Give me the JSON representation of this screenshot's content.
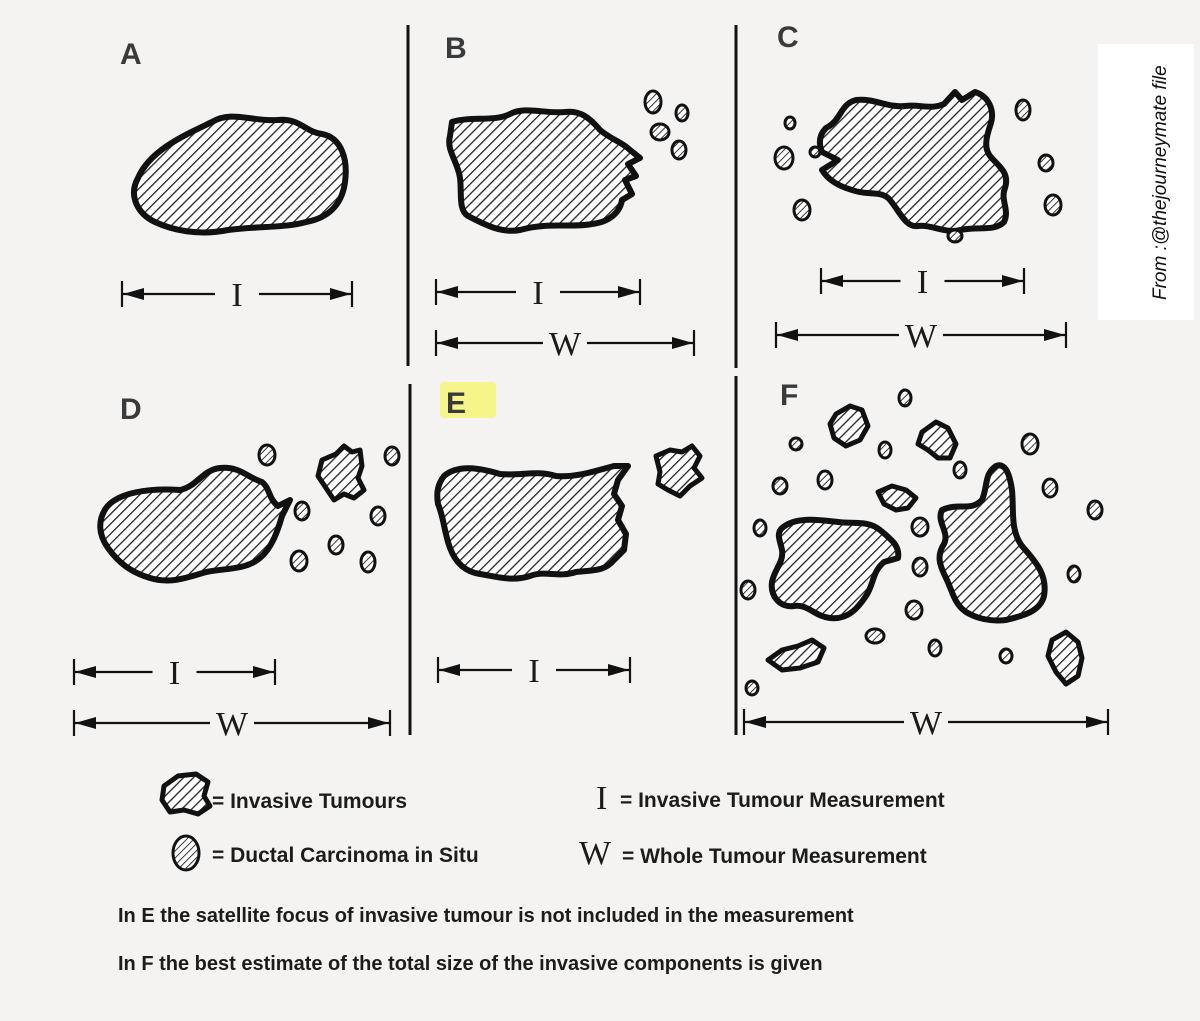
{
  "panels": [
    {
      "id": "A",
      "label": "A",
      "highlight": false,
      "measures": [
        "I"
      ]
    },
    {
      "id": "B",
      "label": "B",
      "highlight": false,
      "measures": [
        "I",
        "W"
      ]
    },
    {
      "id": "C",
      "label": "C",
      "highlight": false,
      "measures": [
        "I",
        "W"
      ]
    },
    {
      "id": "D",
      "label": "D",
      "highlight": false,
      "measures": [
        "I",
        "W"
      ]
    },
    {
      "id": "E",
      "label": "E",
      "highlight": true,
      "measures": [
        "I"
      ]
    },
    {
      "id": "F",
      "label": "F",
      "highlight": false,
      "measures": [
        "W"
      ]
    }
  ],
  "legend": {
    "invasive_symbol_text": "= Invasive Tumours",
    "dcis_symbol_text": "= Ductal Carcinoma in Situ",
    "i_symbol": "I",
    "i_text": "= Invasive Tumour Measurement",
    "w_symbol": "W",
    "w_text": "= Whole Tumour Measurement"
  },
  "notes": [
    "In E the satellite focus of invasive tumour is not included in the measurement",
    "In F the best estimate  of the total size of the invasive components is given"
  ],
  "credit": "From :@thejourneymate file",
  "colors": {
    "paper": "#f4f3f1",
    "ink": "#111111",
    "highlight": "#f5f58a"
  }
}
